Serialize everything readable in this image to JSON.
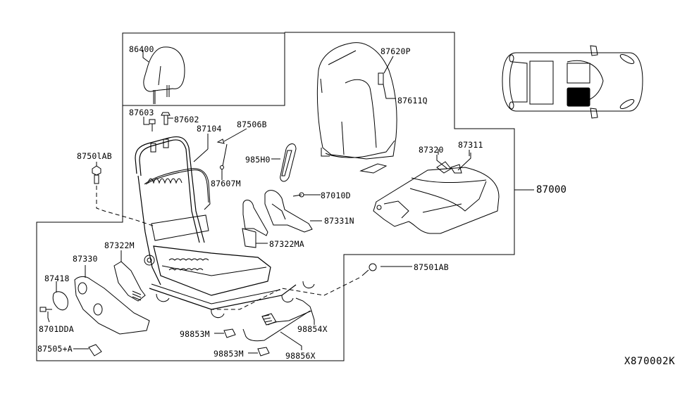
{
  "diagram": {
    "title": "Front Seat Assembly Parts Diagram",
    "diagram_code": "X870002K",
    "assembly_label": "87000",
    "parts": [
      {
        "id": "86400",
        "label": "86400",
        "name": "Headrest"
      },
      {
        "id": "87603",
        "label": "87603",
        "name": "Headrest guide (lock)"
      },
      {
        "id": "87602",
        "label": "87602",
        "name": "Headrest guide (free)"
      },
      {
        "id": "87104",
        "label": "87104",
        "name": "Seat back frame"
      },
      {
        "id": "87506B",
        "label": "87506B",
        "name": "Clip"
      },
      {
        "id": "87607M",
        "label": "87607M",
        "name": "Spring / hook"
      },
      {
        "id": "985H0",
        "label": "985H0",
        "name": "Side airbag module"
      },
      {
        "id": "87501AB_top",
        "label": "8750lAB",
        "name": "Bolt"
      },
      {
        "id": "87620P",
        "label": "87620P",
        "name": "Seat back trim"
      },
      {
        "id": "87611Q",
        "label": "87611Q",
        "name": "Seat back pad"
      },
      {
        "id": "87320",
        "label": "87320",
        "name": "Seat cushion trim"
      },
      {
        "id": "87311",
        "label": "87311",
        "name": "Seat cushion pad"
      },
      {
        "id": "87010D",
        "label": "87010D",
        "name": "Screw"
      },
      {
        "id": "87331N",
        "label": "87331N",
        "name": "Inner finisher"
      },
      {
        "id": "87322MA",
        "label": "87322MA",
        "name": "Inner cover"
      },
      {
        "id": "87322M",
        "label": "87322M",
        "name": "Outer cover"
      },
      {
        "id": "87330",
        "label": "87330",
        "name": "Outer finisher"
      },
      {
        "id": "87418",
        "label": "87418",
        "name": "Knob"
      },
      {
        "id": "87010DA",
        "label": "8701DDA",
        "name": "Screw"
      },
      {
        "id": "87505A",
        "label": "87505+A",
        "name": "Clip"
      },
      {
        "id": "87501AB_bottom",
        "label": "87501AB",
        "name": "Bolt"
      },
      {
        "id": "98853M_a",
        "label": "98853M",
        "name": "Connector"
      },
      {
        "id": "98853M_b",
        "label": "98853M",
        "name": "Connector"
      },
      {
        "id": "98854X",
        "label": "98854X",
        "name": "Harness"
      },
      {
        "id": "98856X",
        "label": "98856X",
        "name": "Occupant sensor"
      }
    ],
    "locator": {
      "name": "Vehicle top-view locator",
      "highlight": "Front right seat (filled)"
    }
  }
}
